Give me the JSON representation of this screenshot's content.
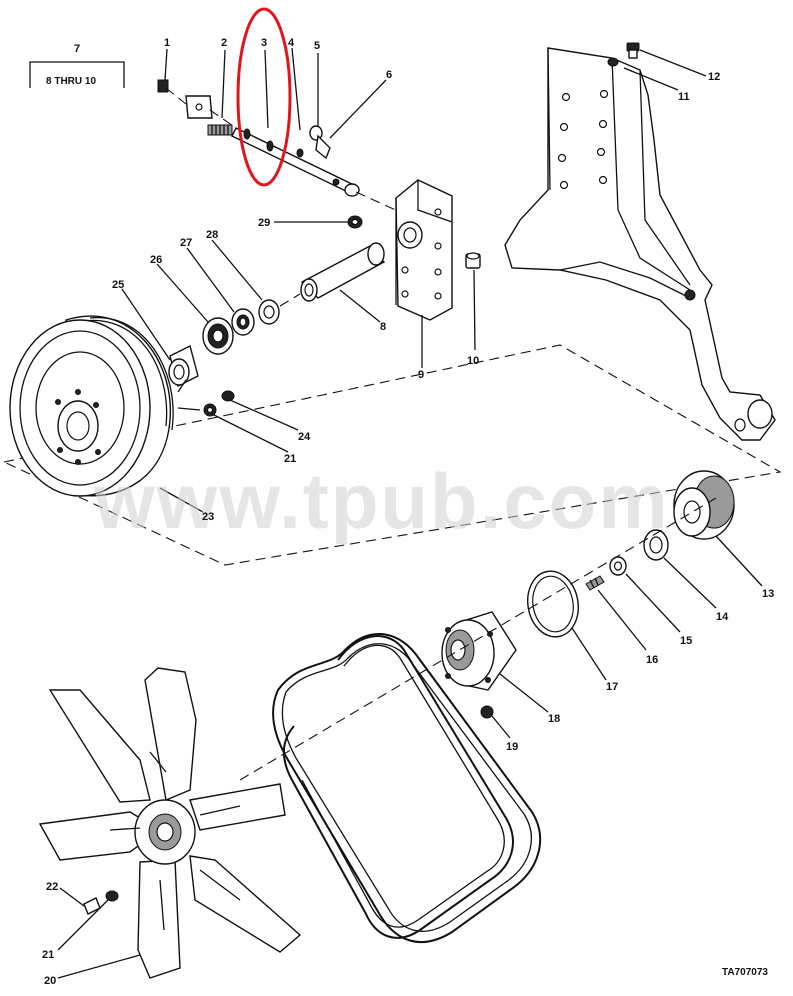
{
  "callouts": {
    "c1": "1",
    "c2": "2",
    "c3": "3",
    "c4": "4",
    "c5": "5",
    "c6": "6",
    "c7": "7",
    "c7sub": "8 THRU 10",
    "c8": "8",
    "c9": "9",
    "c10": "10",
    "c11": "11",
    "c12": "12",
    "c13": "13",
    "c14": "14",
    "c15": "15",
    "c16": "16",
    "c17": "17",
    "c18": "18",
    "c19": "19",
    "c20": "20",
    "c21a": "21",
    "c21b": "21",
    "c22": "22",
    "c23": "23",
    "c24": "24",
    "c25": "25",
    "c26": "26",
    "c27": "27",
    "c28": "28",
    "c29": "29"
  },
  "watermark": "www.tpub.com",
  "figure_id": "TA707073",
  "highlight_color": "#e0161b",
  "line_color": "#111111"
}
